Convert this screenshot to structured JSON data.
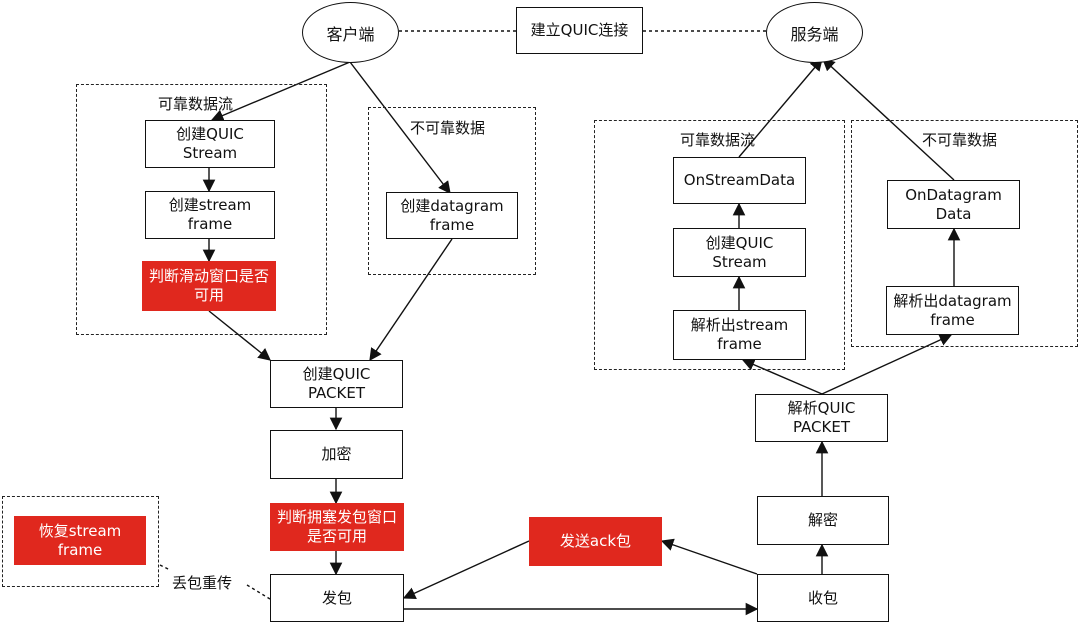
{
  "client": "客户端",
  "server": "服务端",
  "connect": "建立QUIC连接",
  "left": {
    "reliable_label": "可靠数据流",
    "unreliable_label": "不可靠数据",
    "create_stream": "创建QUIC Stream",
    "create_stream_frame": "创建stream frame",
    "check_window": "判断滑动窗口是否可用",
    "create_datagram": "创建datagram frame"
  },
  "send_path": {
    "create_packet": "创建QUIC PACKET",
    "encrypt": "加密",
    "check_congestion": "判断拥塞发包窗口是否可用",
    "send": "发包",
    "recover_frame": "恢复stream frame",
    "packet_loss": "丢包重传",
    "send_ack": "发送ack包"
  },
  "right": {
    "reliable_label": "可靠数据流",
    "unreliable_label": "不可靠数据",
    "on_stream_data": "OnStreamData",
    "create_stream": "创建QUIC Stream",
    "parse_stream_frame": "解析出stream frame",
    "on_datagram_data": "OnDatagram Data",
    "parse_datagram_frame": "解析出datagram frame",
    "parse_packet": "解析QUIC PACKET",
    "decrypt": "解密",
    "receive": "收包"
  },
  "colors": {
    "highlight": "#e0281e",
    "stroke": "#111111"
  }
}
